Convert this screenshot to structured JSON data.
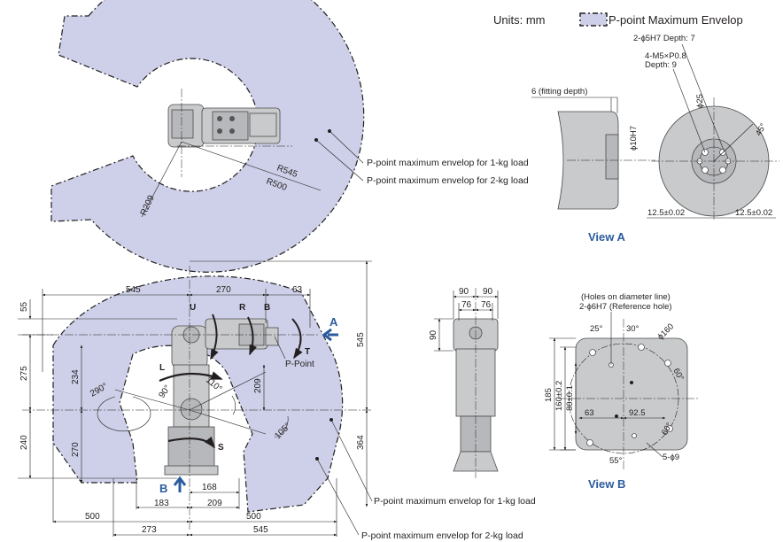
{
  "header": {
    "units": "Units: mm",
    "legend": "P-point Maximum Envelop"
  },
  "top_view": {
    "r545": "R545",
    "r500": "R500",
    "r209": "R209",
    "callout_1kg": "P-point maximum envelop for 1-kg load",
    "callout_2kg": "P-point maximum envelop for 2-kg load"
  },
  "view_a": {
    "title": "View A",
    "fitting_depth": "6 (fitting depth)",
    "pin_holes": "2-ϕ5H7 Depth: 7",
    "tapped_holes": "4-M5×P0.8",
    "tapped_depth": "Depth: 9",
    "phi25": "ϕ25",
    "phi10": "ϕ10H7",
    "angle45": "45°",
    "left_offset": "12.5±0.02",
    "right_offset": "12.5±0.02"
  },
  "side_view": {
    "d545_left": "545",
    "d270": "270",
    "d63": "63",
    "d545_right": "545",
    "d55": "55",
    "d275": "275",
    "d240": "240",
    "d234": "234",
    "d270_inner": "270",
    "d209": "209",
    "d364": "364",
    "d500_left": "500",
    "d183": "183",
    "d168": "168",
    "d209_bottom": "209",
    "d500_right": "500",
    "d273": "273",
    "d545_bottom": "545",
    "angle290": "290°",
    "angle90": "90°",
    "angle110": "110°",
    "angle105": "105°",
    "axis_u": "U",
    "axis_r": "R",
    "axis_b": "B",
    "axis_l": "L",
    "axis_t": "T",
    "axis_s": "S",
    "arrow_a": "A",
    "arrow_b": "B",
    "p_point": "P-Point",
    "callout_1kg": "P-point maximum envelop for 1-kg load",
    "callout_2kg": "P-point maximum envelop for 2-kg load"
  },
  "front_view": {
    "d90a": "90",
    "d90b": "90",
    "d76a": "76",
    "d76b": "76",
    "d90_side": "90"
  },
  "view_b": {
    "title": "View B",
    "holes_note": "(Holes on diameter line)",
    "ref_holes": "2-ϕ6H7 (Reference hole)",
    "d185": "185",
    "d160": "160±0.2",
    "d80": "80±0.1",
    "d63": "63",
    "d925": "92.5",
    "phi160": "ϕ160",
    "a25": "25°",
    "a30": "30°",
    "a60a": "60°",
    "a60b": "60°",
    "a55": "55°",
    "holes5": "5-ϕ9"
  },
  "colors": {
    "envelope": "#cdd0e8",
    "robot": "#c9cacc",
    "view_title": "#2b5c9e"
  }
}
